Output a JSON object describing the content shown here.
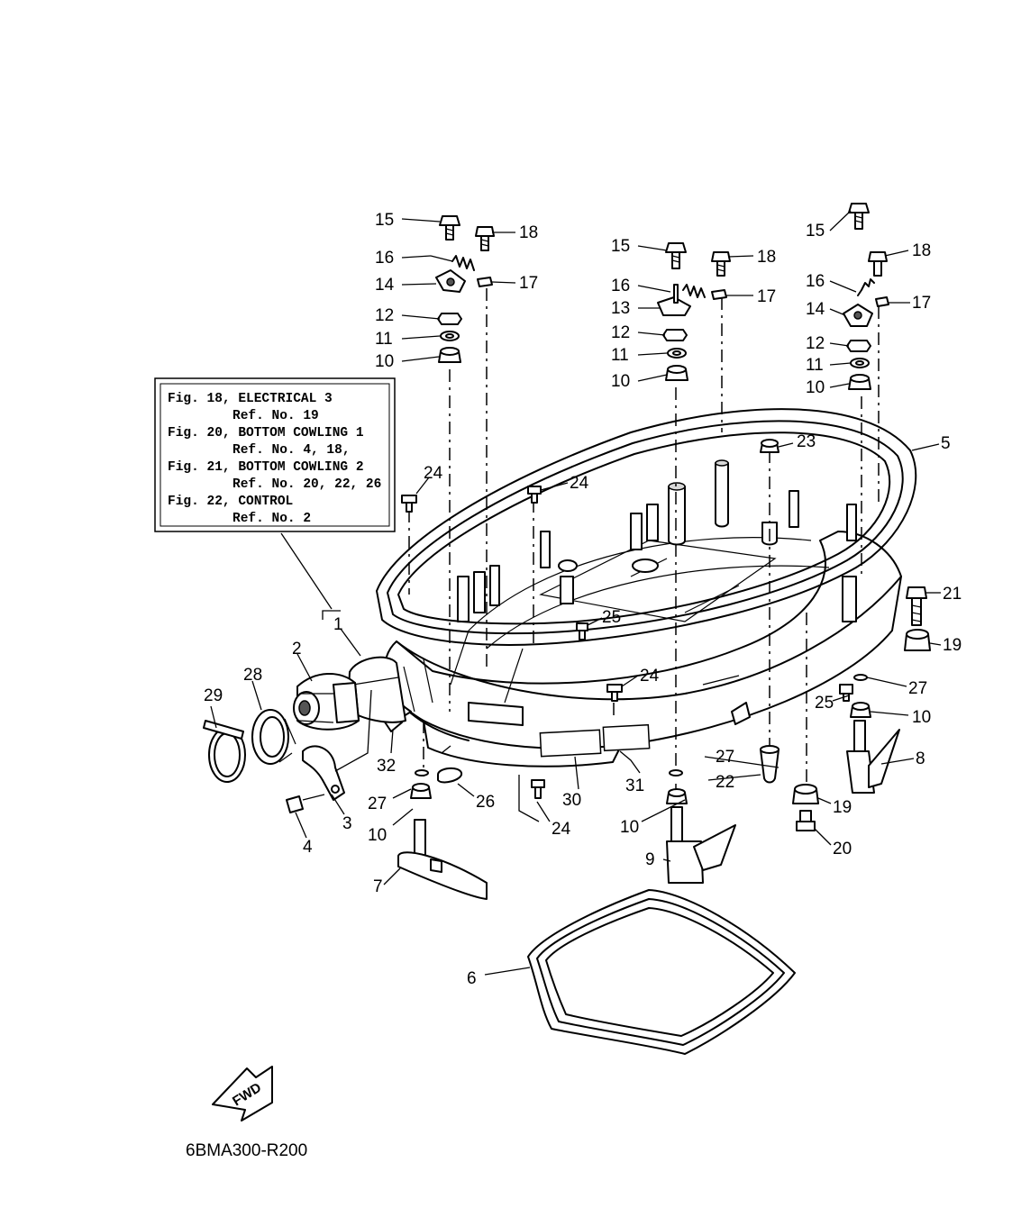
{
  "diagram_code": "6BMA300-R200",
  "fwd_label": "FWD",
  "reference_box": {
    "lines": [
      "Fig. 18, ELECTRICAL 3",
      "Ref. No. 19",
      "Fig. 20, BOTTOM COWLING 1",
      "Ref. No. 4, 18,",
      "Fig. 21, BOTTOM COWLING 2",
      "Ref. No. 20, 22, 26",
      "Fig. 22, CONTROL",
      "Ref. No. 2"
    ]
  },
  "part_numbers": {
    "p1": "1",
    "p2": "2",
    "p3": "3",
    "p4": "4",
    "p5": "5",
    "p6": "6",
    "p7": "7",
    "p8": "8",
    "p9": "9",
    "p10": "10",
    "p11": "11",
    "p12": "12",
    "p13": "13",
    "p14": "14",
    "p15": "15",
    "p16": "16",
    "p17": "17",
    "p18": "18",
    "p19": "19",
    "p20": "20",
    "p21": "21",
    "p22": "22",
    "p23": "23",
    "p24": "24",
    "p25": "25",
    "p26": "26",
    "p27": "27",
    "p28": "28",
    "p29": "29",
    "p30": "30",
    "p31": "31",
    "p32": "32"
  }
}
